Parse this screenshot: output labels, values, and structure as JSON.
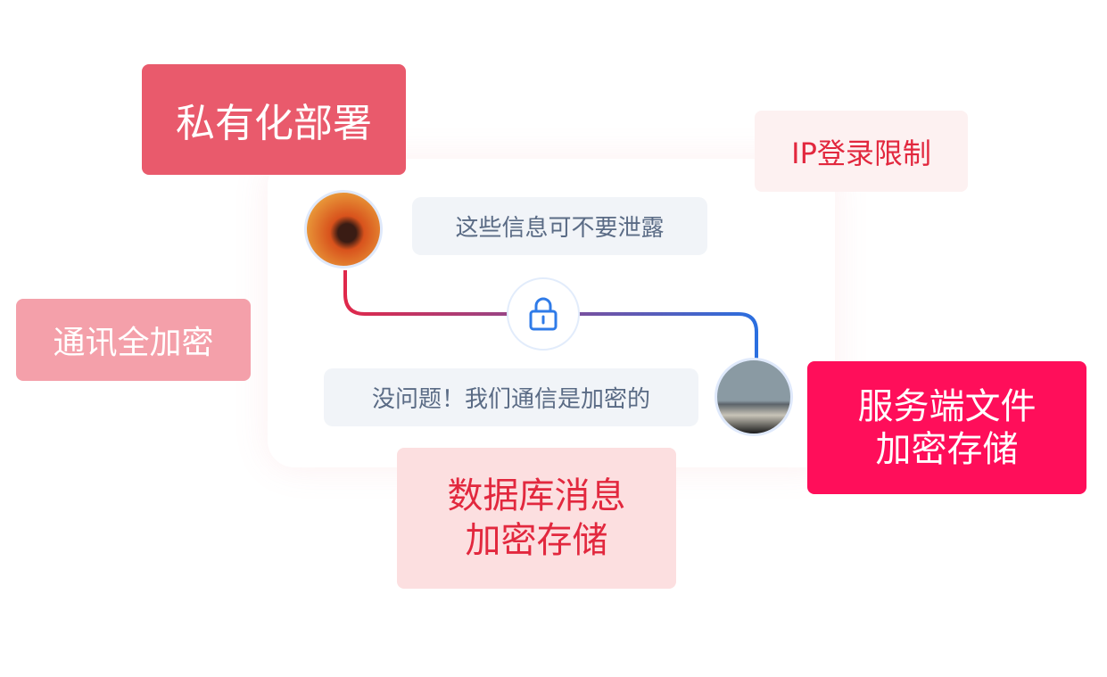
{
  "tags": {
    "private_deploy": "私有化部署",
    "ip_limit": "IP登录限制",
    "comm_encrypt": "通讯全加密",
    "server_file": "服务端文件加密存储",
    "server_file_l1": "服务端文件",
    "server_file_l2": "加密存储",
    "db_msg_l1": "数据库消息",
    "db_msg_l2": "加密存储"
  },
  "chat": {
    "message_1": "这些信息可不要泄露",
    "message_2": "没问题！我们通信是加密的"
  },
  "colors": {
    "line_start": "#e0284a",
    "line_end": "#2a6fe0",
    "lock": "#2f7be8"
  }
}
